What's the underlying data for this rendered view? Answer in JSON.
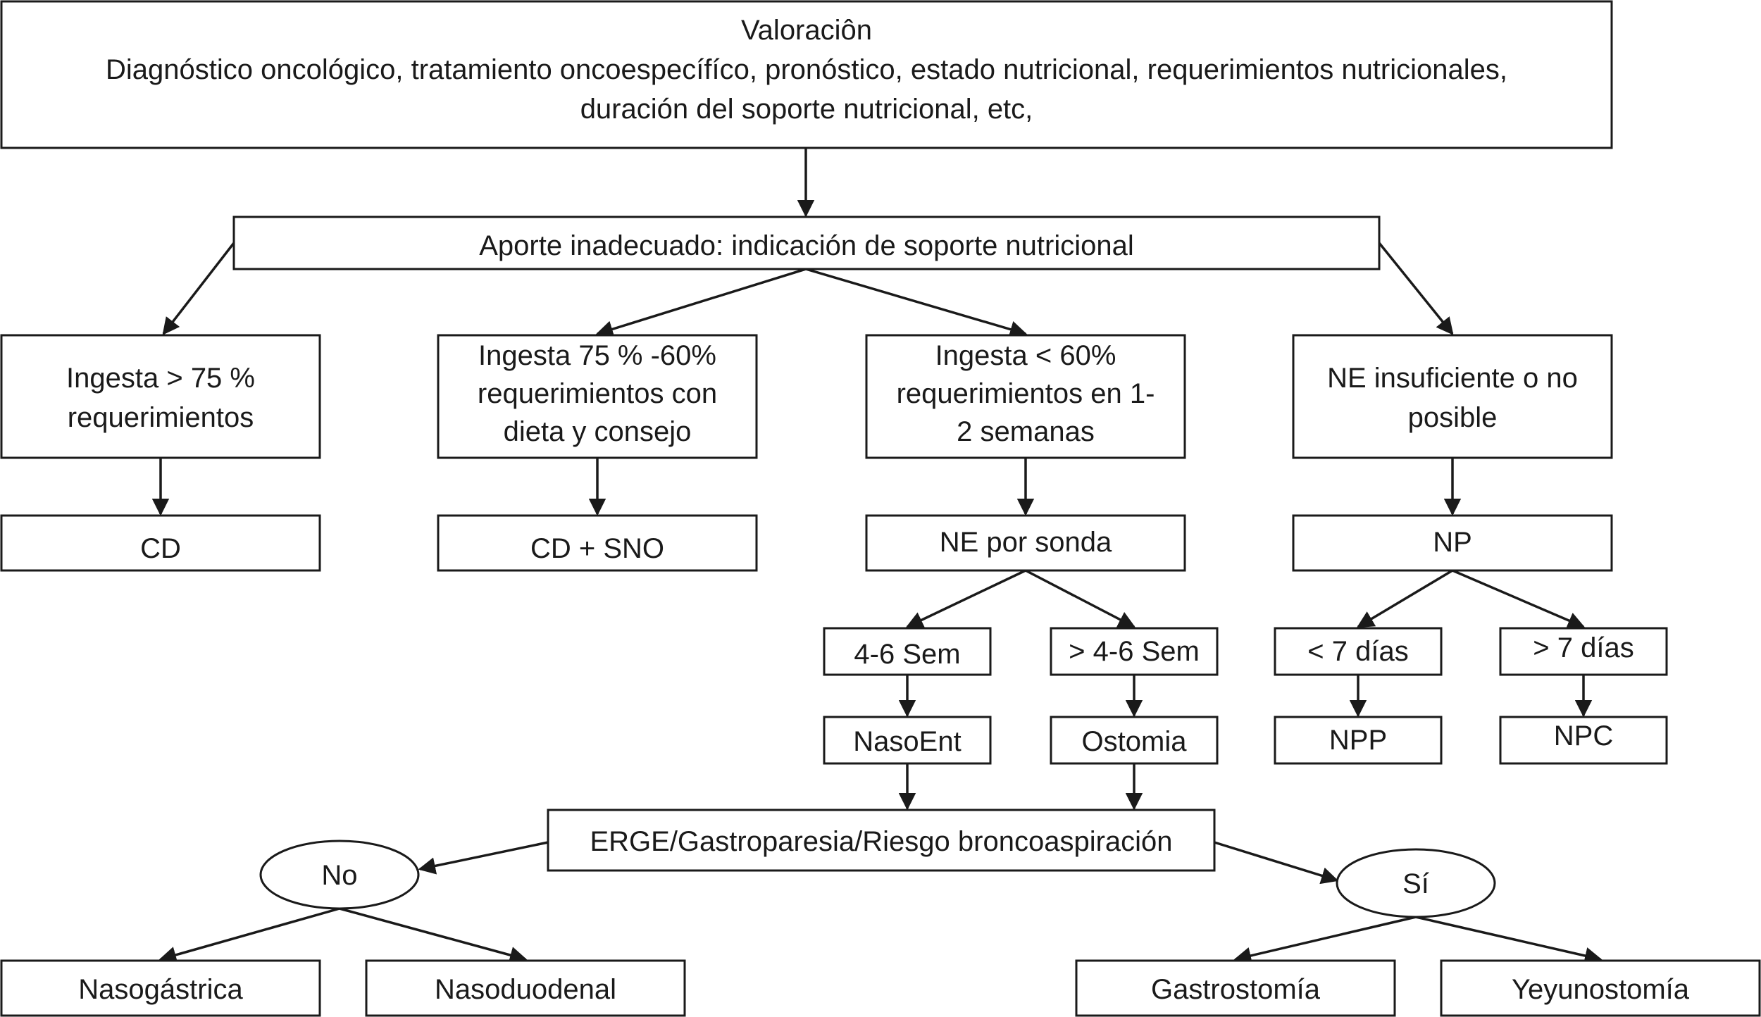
{
  "diagram": {
    "colors": {
      "ink": "#1a1a1a",
      "box_fill": "#ffffff"
    },
    "nodes": {
      "valoracion": {
        "lines": [
          "Valoraciôn",
          "Diagnóstico oncológico, tratamiento oncoespecífíco, pronóstico, estado nutricional, requerimientos nutricionales,",
          "duración del soporte nutricional, etc,"
        ]
      },
      "aporte": {
        "lines": [
          "Aporte inadecuado: indicación de soporte nutricional"
        ]
      },
      "ingesta75": {
        "lines": [
          "Ingesta > 75 %",
          "requerimientos"
        ]
      },
      "ingesta75_60": {
        "lines": [
          "Ingesta 75 % -60%",
          "requerimientos con",
          "dieta y consejo"
        ]
      },
      "ingesta60": {
        "lines": [
          "Ingesta < 60%",
          "requerimientos en 1-",
          "2 semanas"
        ]
      },
      "ne_insuf": {
        "lines": [
          "NE insuficiente o no",
          "posible"
        ]
      },
      "cd": {
        "lines": [
          "CD"
        ]
      },
      "cd_sno": {
        "lines": [
          "CD + SNO"
        ]
      },
      "ne_sonda": {
        "lines": [
          "NE por sonda"
        ]
      },
      "np": {
        "lines": [
          "NP"
        ]
      },
      "sem_46": {
        "lines": [
          "4-6 Sem"
        ]
      },
      "sem_gt46": {
        "lines": [
          "> 4-6 Sem"
        ]
      },
      "lt7": {
        "lines": [
          "< 7 días"
        ]
      },
      "gt7": {
        "lines": [
          "> 7 días"
        ]
      },
      "nasoent": {
        "lines": [
          "NasoEnt"
        ]
      },
      "ostomia": {
        "lines": [
          "Ostomia"
        ]
      },
      "npp": {
        "lines": [
          "NPP"
        ]
      },
      "npc": {
        "lines": [
          "NPC"
        ]
      },
      "erge": {
        "lines": [
          "ERGE/Gastroparesia/Riesgo broncoaspiración"
        ]
      },
      "no": {
        "lines": [
          "No"
        ]
      },
      "si": {
        "lines": [
          "Sí"
        ]
      },
      "nasogastrica": {
        "lines": [
          "Nasogástrica"
        ]
      },
      "nasoduodenal": {
        "lines": [
          "Nasoduodenal"
        ]
      },
      "gastrostomia": {
        "lines": [
          "Gastrostomía"
        ]
      },
      "yeyunostomia": {
        "lines": [
          "Yeyunostomía"
        ]
      }
    },
    "edges": [
      [
        "valoracion",
        "aporte"
      ],
      [
        "aporte",
        "ingesta75"
      ],
      [
        "aporte",
        "ingesta75_60"
      ],
      [
        "aporte",
        "ingesta60"
      ],
      [
        "aporte",
        "ne_insuf"
      ],
      [
        "ingesta75",
        "cd"
      ],
      [
        "ingesta75_60",
        "cd_sno"
      ],
      [
        "ingesta60",
        "ne_sonda"
      ],
      [
        "ne_insuf",
        "np"
      ],
      [
        "ne_sonda",
        "sem_46"
      ],
      [
        "ne_sonda",
        "sem_gt46"
      ],
      [
        "np",
        "lt7"
      ],
      [
        "np",
        "gt7"
      ],
      [
        "sem_46",
        "nasoent"
      ],
      [
        "sem_gt46",
        "ostomia"
      ],
      [
        "lt7",
        "npp"
      ],
      [
        "gt7",
        "npc"
      ],
      [
        "nasoent",
        "erge"
      ],
      [
        "ostomia",
        "erge"
      ],
      [
        "erge",
        "no"
      ],
      [
        "erge",
        "si"
      ],
      [
        "no",
        "nasogastrica"
      ],
      [
        "no",
        "nasoduodenal"
      ],
      [
        "si",
        "gastrostomia"
      ],
      [
        "si",
        "yeyunostomia"
      ]
    ]
  }
}
